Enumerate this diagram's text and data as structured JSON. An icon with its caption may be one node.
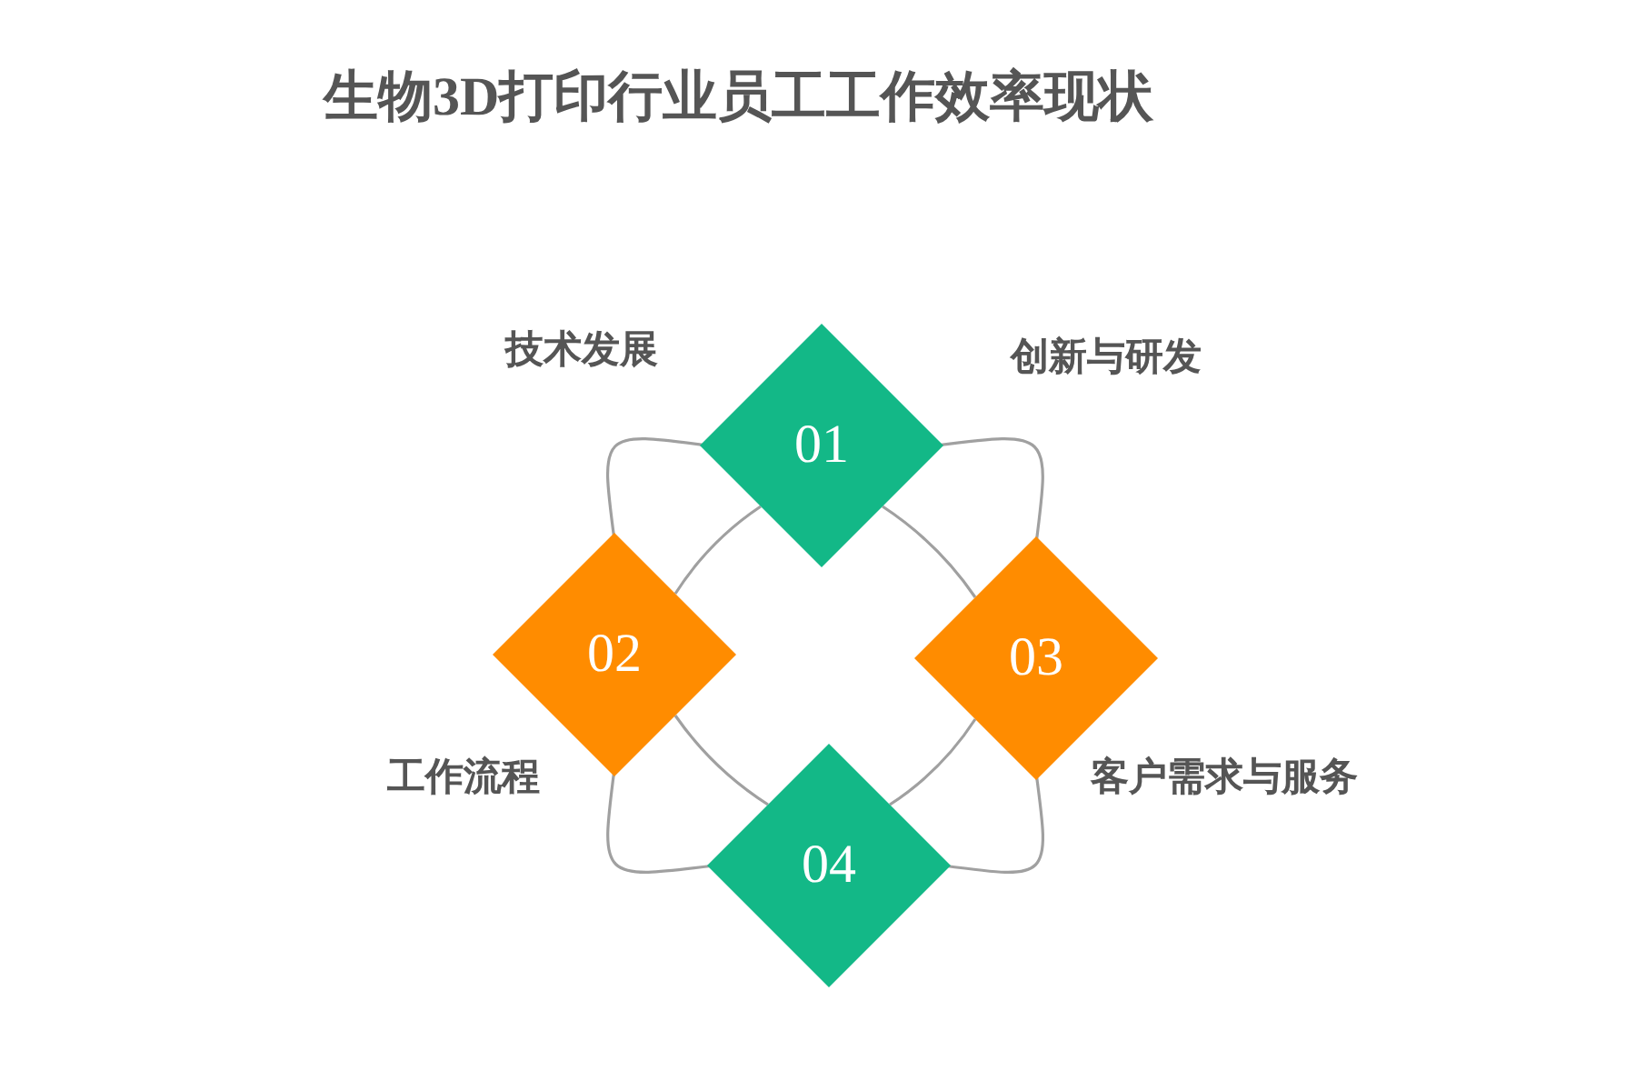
{
  "diagram": {
    "title": "生物3D打印行业员工工作效率现状",
    "nodes": [
      {
        "text": [
          "01"
        ]
      },
      {
        "text": [
          "02"
        ]
      },
      {
        "text": [
          "03"
        ]
      },
      {
        "text": [
          "04"
        ]
      }
    ],
    "edges": [
      {
        "from": 0,
        "to": 1,
        "arrow": "none"
      },
      {
        "from": 0,
        "to": 2,
        "arrow": "none"
      },
      {
        "from": 1,
        "to": 3,
        "arrow": "none"
      },
      {
        "from": 2,
        "to": 3,
        "arrow": "none"
      },
      {
        "from": 0,
        "to": 1,
        "arrow": "none"
      },
      {
        "from": 0,
        "to": 2,
        "arrow": "none"
      },
      {
        "from": 1,
        "to": 3,
        "arrow": "none"
      },
      {
        "from": 2,
        "to": 3,
        "arrow": "none"
      }
    ],
    "labels": [
      "技术发展",
      "创新与研发",
      "工作流程",
      "客户需求与服务"
    ]
  }
}
